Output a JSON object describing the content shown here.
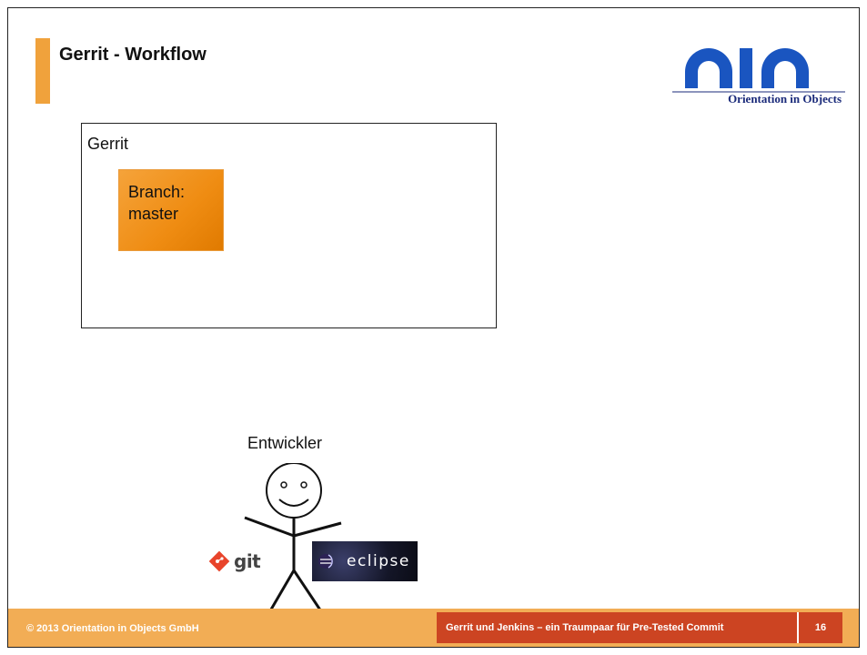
{
  "slide": {
    "title": "Gerrit - Workflow",
    "logo_text": "Orientation in Objects",
    "gerrit_label": "Gerrit",
    "branch_line1": "Branch:",
    "branch_line2": "master",
    "developer_label": "Entwickler",
    "git_text": "git",
    "eclipse_text": "eclipse"
  },
  "footer": {
    "copyright": "© 2013 Orientation in Objects GmbH",
    "talk_title": "Gerrit und Jenkins – ein Traumpaar für Pre-Tested Commit",
    "page_number": "16"
  },
  "colors": {
    "accent_orange": "#f0a23c",
    "footer_orange": "#f2ad55",
    "footer_red": "#cc4422",
    "logo_blue": "#1a55c0"
  }
}
